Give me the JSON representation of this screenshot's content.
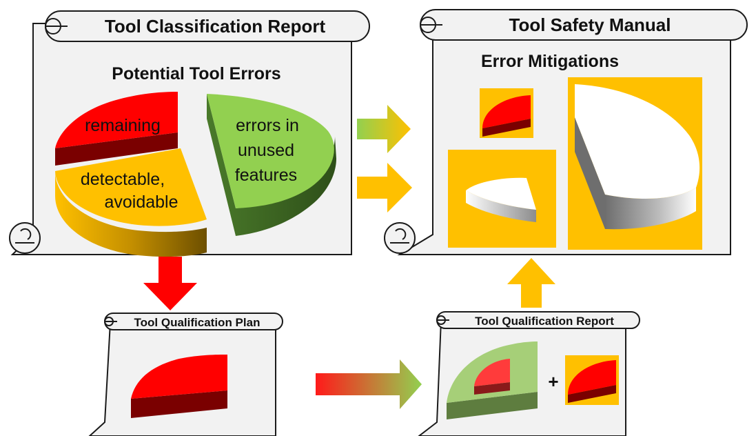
{
  "scrolls": {
    "classification": {
      "title": "Tool Classification Report",
      "heading": "Potential Tool Errors"
    },
    "safety": {
      "title": "Tool Safety Manual",
      "heading": "Error Mitigations"
    },
    "plan": {
      "title": "Tool Qualification Plan"
    },
    "report": {
      "title": "Tool Qualification Report"
    }
  },
  "pie": {
    "remaining": "remaining",
    "detectable_1": "detectable,",
    "detectable_2": "avoidable",
    "unused_1": "errors in",
    "unused_2": "unused",
    "unused_3": "features"
  },
  "plus": "+",
  "colors": {
    "red": "#ff0000",
    "dark_red": "#7a0000",
    "yellow": "#ffc000",
    "dark_yellow": "#8a6400",
    "green": "#92d050",
    "dark_green": "#3e6a22",
    "pale_green": "#a6cf78",
    "grey_shadow": "#777777",
    "paper": "#f2f2f2"
  }
}
